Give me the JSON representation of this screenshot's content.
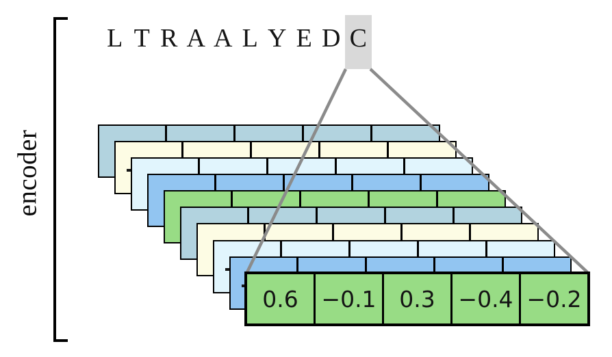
{
  "encoder_label": "encoder",
  "sequence": {
    "letters": [
      "L",
      "T",
      "R",
      "A",
      "A",
      "L",
      "Y",
      "E",
      "D",
      "C"
    ],
    "highlight_index": 9
  },
  "stack_rows": [
    {
      "color": "steel",
      "peek_minus": false
    },
    {
      "color": "cream",
      "peek_minus": true
    },
    {
      "color": "cyan",
      "peek_minus": false
    },
    {
      "color": "blue",
      "peek_minus": false
    },
    {
      "color": "green",
      "peek_minus": false
    },
    {
      "color": "steel",
      "peek_minus": false
    },
    {
      "color": "cream",
      "peek_minus": false
    },
    {
      "color": "cyan",
      "peek_minus": true
    },
    {
      "color": "blue",
      "peek_minus": true
    }
  ],
  "vector": {
    "color": "green",
    "values": [
      "0.6",
      "−0.1",
      "0.3",
      "−0.4",
      "−0.2"
    ]
  },
  "colors": {
    "steel": "#b2d3df",
    "cream": "#fdfce4",
    "cyan": "#e1f5fd",
    "blue": "#92c5f1",
    "green": "#98dc85",
    "highlight": "#d9d9d9",
    "line": "#8b8b8b",
    "border": "#000000"
  }
}
